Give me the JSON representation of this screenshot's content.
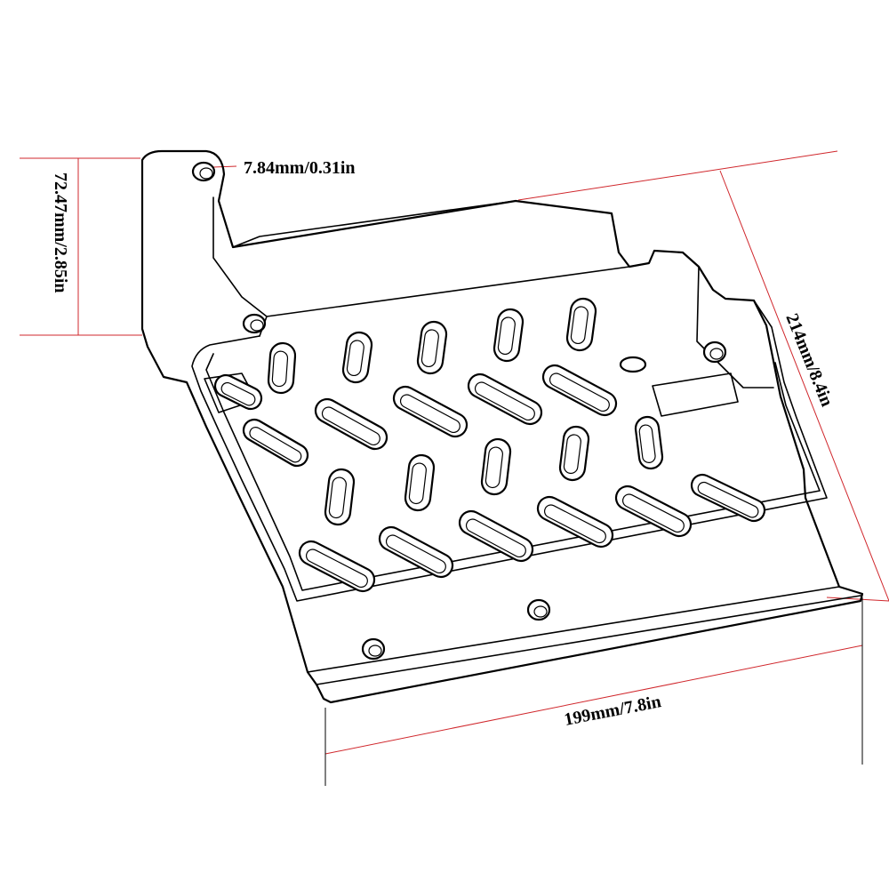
{
  "colors": {
    "outline": "#000000",
    "dimension_line": "#d0272c",
    "dimension_line_dark": "#000000",
    "background": "#ffffff"
  },
  "dimensions": {
    "hole_diameter": "7.84mm/0.31in",
    "height": "72.47mm/2.85in",
    "length": "214mm/8.4in",
    "width": "199mm/7.8in"
  }
}
